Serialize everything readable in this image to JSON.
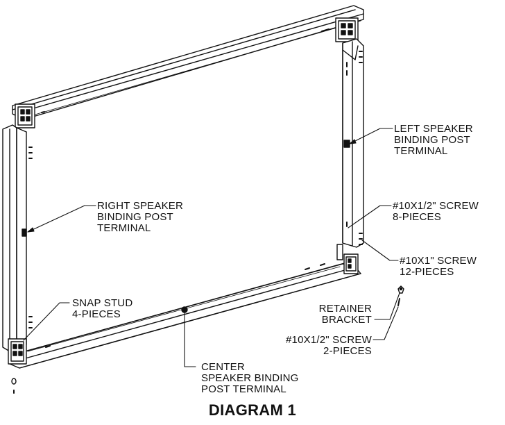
{
  "diagram": {
    "caption": "DIAGRAM 1",
    "colors": {
      "line": "#111111",
      "background": "#ffffff"
    },
    "callouts": {
      "left_speaker": [
        "LEFT SPEAKER",
        "BINDING POST",
        "TERMINAL"
      ],
      "right_speaker": [
        "RIGHT SPEAKER",
        "BINDING POST",
        "TERMINAL"
      ],
      "screw_half_8": [
        "#10X1/2\" SCREW",
        "8-PIECES"
      ],
      "screw_one_12": [
        "#10X1\" SCREW",
        "12-PIECES"
      ],
      "snap_stud": [
        "SNAP STUD",
        "4-PIECES"
      ],
      "retainer_bracket": [
        "RETAINER",
        "BRACKET"
      ],
      "screw_half_2": [
        "#10X1/2\" SCREW",
        "2-PIECES"
      ],
      "center_speaker": [
        "CENTER",
        "SPEAKER BINDING",
        "POST TERMINAL"
      ]
    }
  }
}
